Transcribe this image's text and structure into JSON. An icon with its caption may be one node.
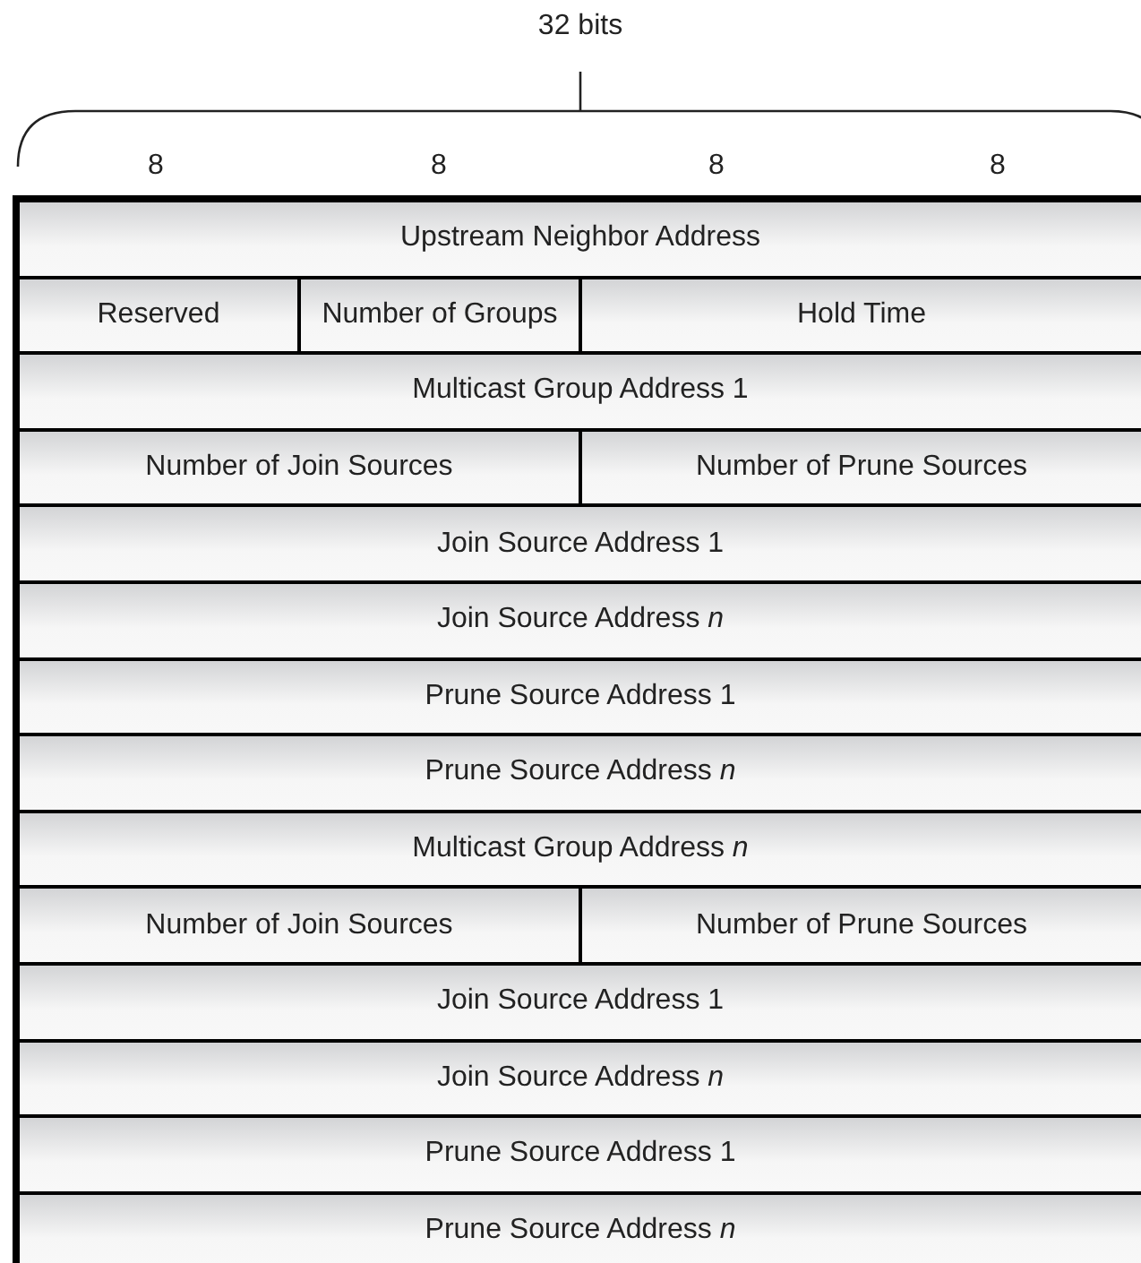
{
  "diagram": {
    "nodes": [
      {
        "text": [
          "Upstream Neighbor Address"
        ]
      },
      {
        "text": [
          "Reserved"
        ]
      },
      {
        "text": [
          "Number of Groups"
        ]
      },
      {
        "text": [
          "Hold Time"
        ]
      },
      {
        "text": [
          "Multicast Group Address 1"
        ]
      },
      {
        "text": [
          "Number of Join Sources"
        ]
      },
      {
        "text": [
          "Number of Prune Sources"
        ]
      },
      {
        "text": [
          "Join Source Address 1"
        ]
      },
      {
        "text": [
          "Join Source Address *n*"
        ]
      },
      {
        "text": [
          "Prune Source Address 1"
        ]
      },
      {
        "text": [
          "Prune Source Address *n*"
        ]
      },
      {
        "text": [
          "Multicast Group Address *n*"
        ]
      },
      {
        "text": [
          "Number of Join Sources"
        ]
      },
      {
        "text": [
          "Number of Prune Sources"
        ]
      },
      {
        "text": [
          "Join Source Address 1"
        ]
      },
      {
        "text": [
          "Join Source Address *n*"
        ]
      },
      {
        "text": [
          "Prune Source Address 1"
        ]
      },
      {
        "text": [
          "Prune Source Address *n*"
        ]
      }
    ],
    "labels": [
      "32 bits",
      "8",
      "8",
      "8",
      "8"
    ]
  }
}
